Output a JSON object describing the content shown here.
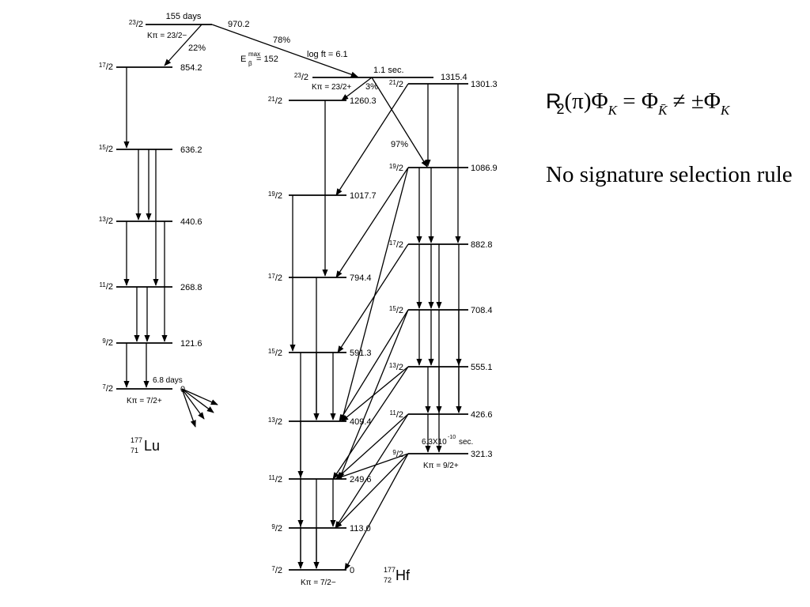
{
  "lu": {
    "label": "Lu",
    "mass": "177",
    "z": "71",
    "isomer": {
      "spin": "23/2",
      "halflife": "155 days",
      "energy": "970.2",
      "kpi": "Kπ = 23/2−"
    },
    "branch_22": "22%",
    "levels": [
      {
        "spin": "17/2",
        "energy": "854.2"
      },
      {
        "spin": "15/2",
        "energy": "636.2"
      },
      {
        "spin": "13/2",
        "energy": "440.6"
      },
      {
        "spin": "11/2",
        "energy": "268.8"
      },
      {
        "spin": "9/2",
        "energy": "121.6"
      },
      {
        "spin": "7/2",
        "energy": "0",
        "halflife": "6.8 days",
        "kpi": "Kπ = 7/2+"
      }
    ]
  },
  "beta": {
    "branch": "78%",
    "logft": "log ft = 6.1",
    "emax_label": "E",
    "emax_sup": "max",
    "emax_sub": "β",
    "emax_value": "= 152"
  },
  "hf": {
    "label": "Hf",
    "mass": "177",
    "z": "72",
    "isomer": {
      "spin": "23/2",
      "halflife": "1.1 sec.",
      "energy": "1315.4",
      "kpi": "Kπ = 23/2+",
      "branch_3": "3%",
      "branch_97": "97%"
    },
    "band_a": [
      {
        "spin": "21/2",
        "energy": "1260.3"
      },
      {
        "spin": "19/2",
        "energy": "1017.7"
      },
      {
        "spin": "17/2",
        "energy": "794.4"
      },
      {
        "spin": "15/2",
        "energy": "591.3"
      },
      {
        "spin": "13/2",
        "energy": "409.4"
      },
      {
        "spin": "11/2",
        "energy": "249.6"
      },
      {
        "spin": "9/2",
        "energy": "113.0"
      },
      {
        "spin": "7/2",
        "energy": "0",
        "kpi": "Kπ = 7/2−"
      }
    ],
    "band_b": [
      {
        "spin": "21/2",
        "energy": "1301.3"
      },
      {
        "spin": "19/2",
        "energy": "1086.9"
      },
      {
        "spin": "17/2",
        "energy": "882.8"
      },
      {
        "spin": "15/2",
        "energy": "708.4"
      },
      {
        "spin": "13/2",
        "energy": "555.1"
      },
      {
        "spin": "11/2",
        "energy": "426.6"
      },
      {
        "spin": "9/2",
        "energy": "321.3",
        "halflife": "6.3X10",
        "halflife_exp": "-10",
        "halflife_unit": "sec.",
        "kpi": "Kπ = 9/2+"
      }
    ]
  },
  "formula": {
    "r": "R",
    "r_sub": "2",
    "pi": "(π)Φ",
    "k": "K",
    "eq": " = Φ",
    "kbar": "K̄",
    "ne": " ≠ ±Φ",
    "k2": "K"
  },
  "note": "No signature selection rule"
}
